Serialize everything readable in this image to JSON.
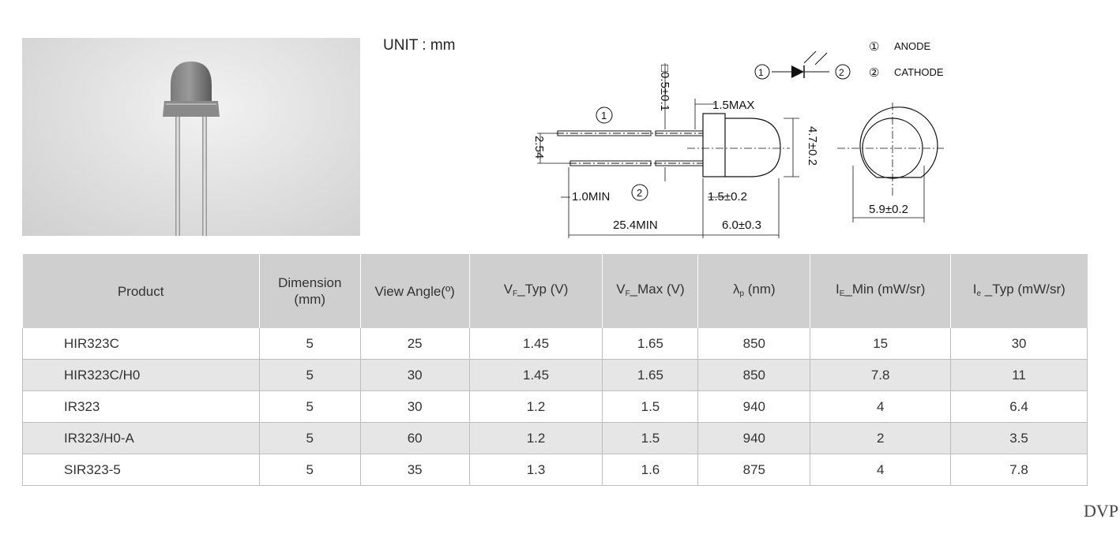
{
  "unit_label": "UNIT : mm",
  "drawing": {
    "pin_label_1": "ANODE",
    "pin_label_2": "CATHODE",
    "pin_num_1": "①",
    "pin_num_2": "②",
    "lead_square": "□0.5±0.1",
    "flange": "1.5MAX",
    "pitch": "2.54",
    "lead_min": "1.0MIN",
    "lead_length": "25.4MIN",
    "flange_thickness": "1.5±0.2",
    "body_length": "6.0±0.3",
    "body_diameter": "4.7±0.2",
    "flange_diameter": "5.9±0.2"
  },
  "table": {
    "headers": {
      "product": "Product",
      "dimension_line1": "Dimension",
      "dimension_line2": "(mm)",
      "view_angle": "View Angle(º)",
      "vf_typ_main": "V",
      "vf_typ_sub": "F",
      "vf_typ_tail": "_Typ (V)",
      "vf_max_main": "V",
      "vf_max_sub": "F",
      "vf_max_tail": "_Max (V)",
      "lambda_main": "λ",
      "lambda_sub": "p",
      "lambda_tail": " (nm)",
      "ie_min_main": "I",
      "ie_min_sub": "E",
      "ie_min_tail": "_Min (mW/sr)",
      "ie_typ_main": "I",
      "ie_typ_sub": "e",
      "ie_typ_tail": " _Typ (mW/sr)"
    },
    "rows": [
      [
        "HIR323C",
        "5",
        "25",
        "1.45",
        "1.65",
        "850",
        "15",
        "30"
      ],
      [
        "HIR323C/H0",
        "5",
        "30",
        "1.45",
        "1.65",
        "850",
        "7.8",
        "11"
      ],
      [
        "IR323",
        "5",
        "30",
        "1.2",
        "1.5",
        "940",
        "4",
        "6.4"
      ],
      [
        "IR323/H0-A",
        "5",
        "60",
        "1.2",
        "1.5",
        "940",
        "2",
        "3.5"
      ],
      [
        "SIR323-5",
        "5",
        "35",
        "1.3",
        "1.6",
        "875",
        "4",
        "7.8"
      ]
    ]
  },
  "footer": "DVP"
}
